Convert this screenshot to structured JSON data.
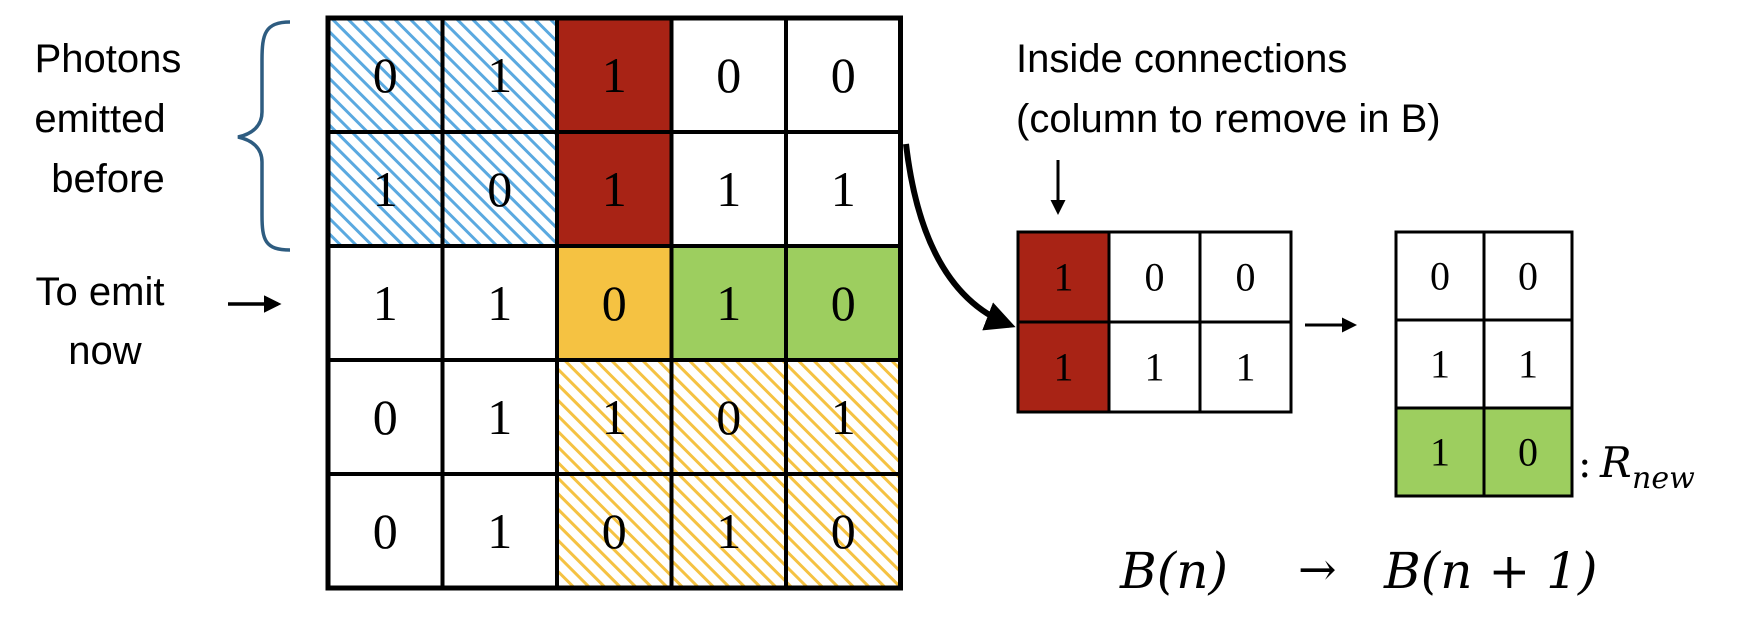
{
  "colors": {
    "blue_hatch": "#5aa9e0",
    "red": "#a82315",
    "orange": "#f5c242",
    "orange_hatch": "#f5c242",
    "green": "#9dce5f",
    "border": "#000000",
    "brace": "#2e5c80"
  },
  "labels": {
    "photons_line1": "Photons",
    "photons_line2": "emitted",
    "photons_line3": "before",
    "emit_line1": "To emit",
    "emit_line2": "now",
    "inside_line1": "Inside connections",
    "inside_line2": "(column to remove in B)",
    "r_new_colon": ":",
    "r_new_symbol": "R",
    "r_new_sub": "new",
    "bn_left": "B(n)",
    "arrow_glyph": "→",
    "bn_right": "B(n + 1)"
  },
  "main_matrix": {
    "rows": [
      [
        {
          "v": "0",
          "fill": "blue-hatch"
        },
        {
          "v": "1",
          "fill": "blue-hatch"
        },
        {
          "v": "1",
          "fill": "red"
        },
        {
          "v": "0",
          "fill": "white"
        },
        {
          "v": "0",
          "fill": "white"
        }
      ],
      [
        {
          "v": "1",
          "fill": "blue-hatch"
        },
        {
          "v": "0",
          "fill": "blue-hatch"
        },
        {
          "v": "1",
          "fill": "red"
        },
        {
          "v": "1",
          "fill": "white"
        },
        {
          "v": "1",
          "fill": "white"
        }
      ],
      [
        {
          "v": "1",
          "fill": "white"
        },
        {
          "v": "1",
          "fill": "white"
        },
        {
          "v": "0",
          "fill": "orange"
        },
        {
          "v": "1",
          "fill": "green"
        },
        {
          "v": "0",
          "fill": "green"
        }
      ],
      [
        {
          "v": "0",
          "fill": "white"
        },
        {
          "v": "1",
          "fill": "white"
        },
        {
          "v": "1",
          "fill": "orange-hatch"
        },
        {
          "v": "0",
          "fill": "orange-hatch"
        },
        {
          "v": "1",
          "fill": "orange-hatch"
        }
      ],
      [
        {
          "v": "0",
          "fill": "white"
        },
        {
          "v": "1",
          "fill": "white"
        },
        {
          "v": "0",
          "fill": "orange-hatch"
        },
        {
          "v": "1",
          "fill": "orange-hatch"
        },
        {
          "v": "0",
          "fill": "orange-hatch"
        }
      ]
    ]
  },
  "inside_matrix": {
    "rows": [
      [
        {
          "v": "1",
          "fill": "red"
        },
        {
          "v": "0",
          "fill": "white"
        },
        {
          "v": "0",
          "fill": "white"
        }
      ],
      [
        {
          "v": "1",
          "fill": "red"
        },
        {
          "v": "1",
          "fill": "white"
        },
        {
          "v": "1",
          "fill": "white"
        }
      ]
    ]
  },
  "result_matrix": {
    "rows": [
      [
        {
          "v": "0",
          "fill": "white"
        },
        {
          "v": "0",
          "fill": "white"
        }
      ],
      [
        {
          "v": "1",
          "fill": "white"
        },
        {
          "v": "1",
          "fill": "white"
        }
      ],
      [
        {
          "v": "1",
          "fill": "green"
        },
        {
          "v": "0",
          "fill": "green"
        }
      ]
    ]
  }
}
